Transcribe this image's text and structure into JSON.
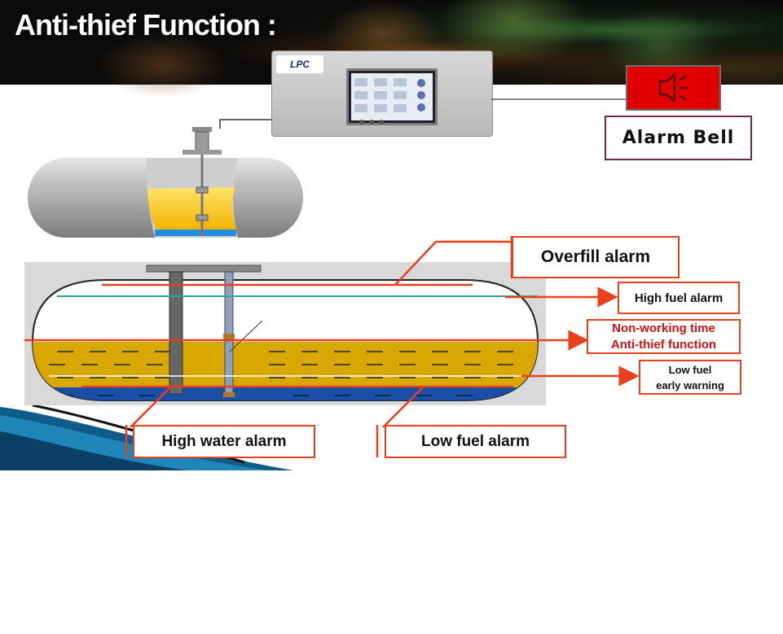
{
  "slide": {
    "title": "Anti-thief Function :"
  },
  "controller": {
    "logo": "LPC"
  },
  "alarm_bell": {
    "label": "Alarm Bell",
    "icon": "speaker-icon",
    "color": "#e10000"
  },
  "callouts": {
    "overfill": "Overfill alarm",
    "high_fuel": "High fuel alarm",
    "non_working_line1": "Non-working time",
    "non_working_line2": "Anti-thief function",
    "low_fuel_warning_line1": "Low fuel",
    "low_fuel_warning_line2": "early warning",
    "high_water": "High water alarm",
    "low_fuel": "Low fuel alarm"
  },
  "colors": {
    "callout_border": "#e8401c",
    "alarm_text": "#d01010",
    "fuel": "#d9a800",
    "water": "#1a4fa8",
    "high_fuel_line": "#2aa7a0"
  }
}
